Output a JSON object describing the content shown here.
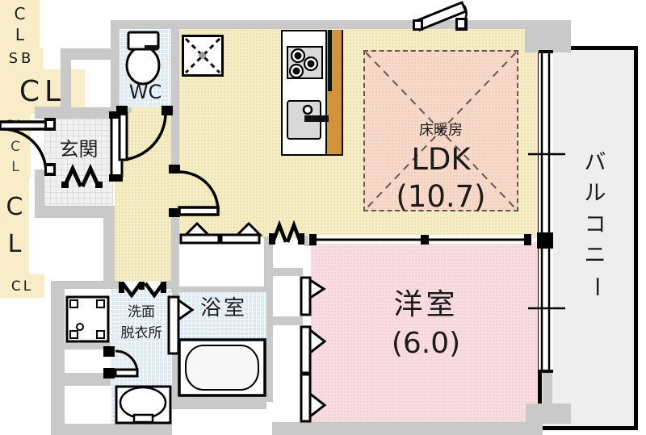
{
  "title": "1LDK apartment floor plan",
  "rooms": {
    "ldk": {
      "heating_label": "床暖房",
      "name": "LDK",
      "size": "(10.7)"
    },
    "western_room": {
      "name": "洋室",
      "size": "(6.0)"
    },
    "balcony": {
      "name": "バルコニー",
      "chars": [
        "バ",
        "ル",
        "コ",
        "ニ",
        "ー"
      ]
    },
    "entrance": {
      "name": "玄関"
    },
    "shoe_box": {
      "name": "SB"
    },
    "wc": {
      "name": "WC"
    },
    "bathroom": {
      "name": "浴室"
    },
    "washroom": {
      "line1": "洗面",
      "line2": "脱衣所"
    }
  },
  "closets": {
    "top_left": {
      "chars": [
        "C",
        "L"
      ]
    },
    "hall": {
      "name": "CL"
    },
    "small": {
      "name": "CL"
    },
    "mid": {
      "chars": [
        "C",
        "L"
      ]
    },
    "bedroom": {
      "chars": [
        "C",
        "L"
      ]
    },
    "washer": {
      "name": "CL"
    }
  },
  "colors": {
    "wall_gray": "#c9c9c9",
    "floor_cream": "#f5edc4",
    "bedroom_pink": "#f8dce2",
    "floor_heating_salmon": "#f7d9c9",
    "wet_area_blue": "#dde8f5",
    "balcony_gray": "#eeeeee",
    "counter_orange": "#d4923d",
    "entrance_tile": "#f1f1f1",
    "line_black": "#000000"
  }
}
